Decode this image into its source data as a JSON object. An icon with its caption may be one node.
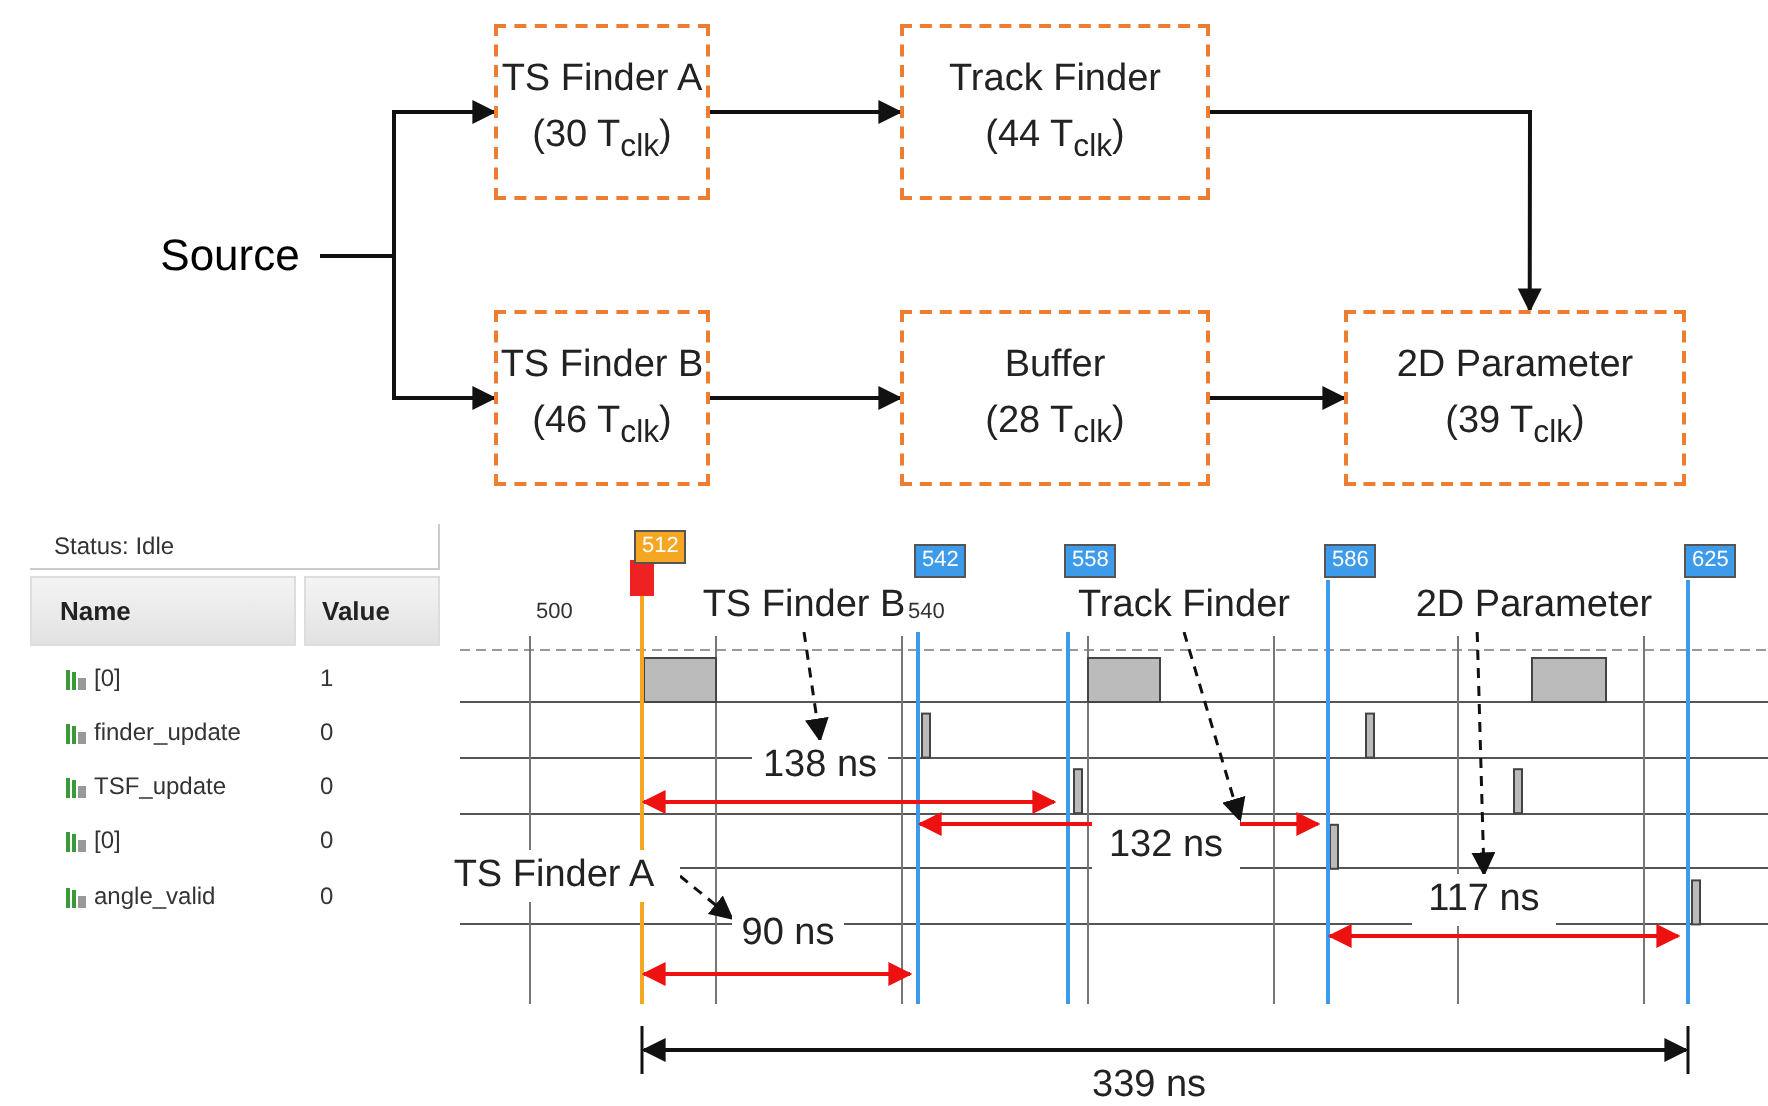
{
  "diagram": {
    "nodes": [
      {
        "text": [
          "Source"
        ]
      },
      {
        "text": [
          "TS Finder A",
          "(30 T$_{clk}$)"
        ]
      },
      {
        "text": [
          "Track Finder",
          "(44 T$_{clk}$)"
        ]
      },
      {
        "text": [
          "TS Finder B",
          "(46 T$_{clk}$)"
        ]
      },
      {
        "text": [
          "Buffer",
          "(28 T$_{clk}$)"
        ]
      },
      {
        "text": [
          "2D Parameter",
          "(39 T$_{clk}$)"
        ]
      },
      {
        "text": [
          "TS Finder B"
        ]
      },
      {
        "text": [
          "138 ns"
        ]
      },
      {
        "text": [
          "Track Finder"
        ]
      },
      {
        "text": [
          "132 ns"
        ]
      },
      {
        "text": [
          "2D Parameter"
        ]
      },
      {
        "text": [
          "117 ns"
        ]
      },
      {
        "text": [
          "TS Finder A"
        ]
      },
      {
        "text": [
          "90 ns"
        ]
      }
    ],
    "edges": [
      {
        "from": 0,
        "to": 1,
        "arrow": "to"
      },
      {
        "from": 0,
        "to": 3,
        "arrow": "to"
      },
      {
        "from": 1,
        "to": 2,
        "arrow": "to"
      },
      {
        "from": 2,
        "to": 5,
        "arrow": "to"
      },
      {
        "from": 3,
        "to": 4,
        "arrow": "to"
      },
      {
        "from": 4,
        "to": 5,
        "arrow": "to"
      },
      {
        "from": 6,
        "to": 7,
        "arrow": "to",
        "style": "dashed"
      },
      {
        "from": 8,
        "to": 9,
        "arrow": "to",
        "style": "dashed"
      },
      {
        "from": 10,
        "to": 11,
        "arrow": "to",
        "style": "dashed"
      },
      {
        "from": 12,
        "to": 13,
        "arrow": "to",
        "style": "dashed"
      }
    ],
    "labels": [
      "Status: Idle",
      "Name",
      "Value",
      "[0]",
      "1",
      "finder_update",
      "0",
      "TSF_update",
      "0",
      "[0]",
      "0",
      "angle_valid",
      "0",
      "512",
      "542",
      "558",
      "586",
      "625",
      "500",
      "540",
      "339 ns"
    ]
  }
}
